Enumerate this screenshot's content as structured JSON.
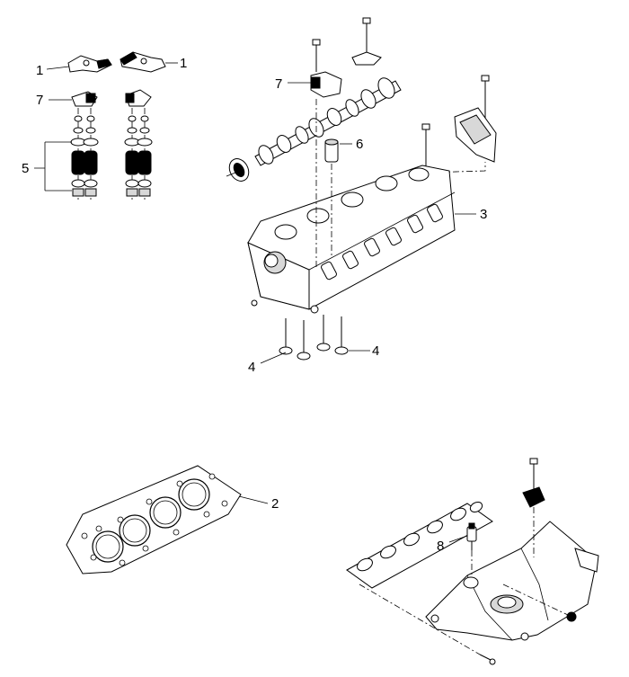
{
  "callouts": {
    "c1a": "1",
    "c1b": "1",
    "c7a": "7",
    "c7b": "7",
    "c5": "5",
    "c6": "6",
    "c3": "3",
    "c4a": "4",
    "c4b": "4",
    "c2": "2",
    "c8": "8"
  },
  "colors": {
    "line": "#000000",
    "background": "#ffffff"
  }
}
